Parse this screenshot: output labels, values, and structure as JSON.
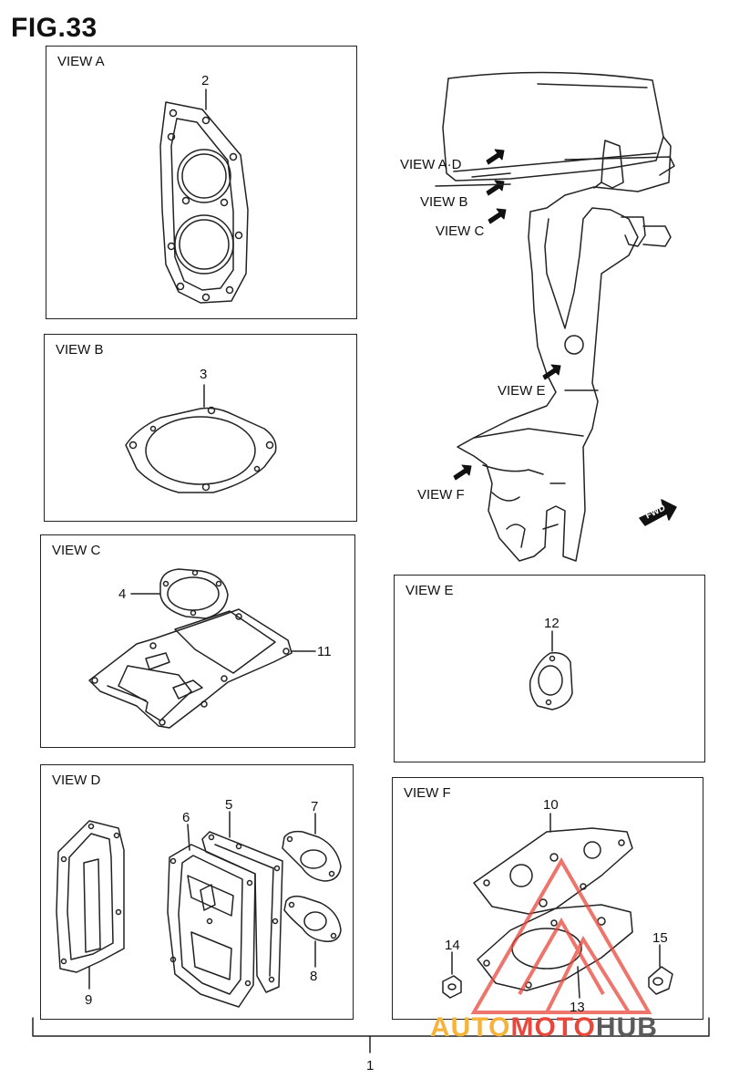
{
  "figure": {
    "title": "FIG.33"
  },
  "views": {
    "a": {
      "label": "VIEW A",
      "parts": [
        "2"
      ]
    },
    "b": {
      "label": "VIEW B",
      "parts": [
        "3"
      ]
    },
    "c": {
      "label": "VIEW C",
      "parts": [
        "4",
        "11"
      ]
    },
    "d": {
      "label": "VIEW D",
      "parts": [
        "5",
        "6",
        "7",
        "8",
        "9"
      ]
    },
    "e": {
      "label": "VIEW E",
      "parts": [
        "12"
      ]
    },
    "f": {
      "label": "VIEW F",
      "parts": [
        "10",
        "13",
        "14",
        "15"
      ]
    }
  },
  "engine_view_labels": [
    "VIEW A·D",
    "VIEW B",
    "VIEW C",
    "VIEW E",
    "VIEW F"
  ],
  "fwd_badge": "FWD",
  "assembly_number": "1",
  "watermark": {
    "part1": "AUTO",
    "part2": "MOTO",
    "part3": "HUB"
  },
  "colors": {
    "line": "#222222",
    "watermark_orange": "#f5b33a",
    "watermark_red": "#e8483c",
    "watermark_gray": "#5a5a5a"
  }
}
